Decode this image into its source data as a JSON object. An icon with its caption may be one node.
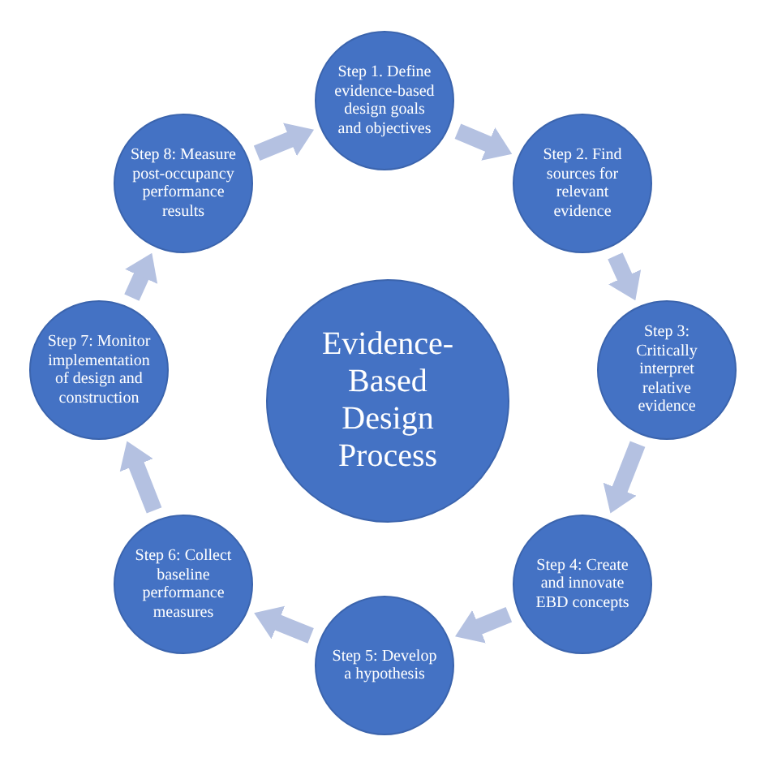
{
  "diagram": {
    "nodes": [
      {
        "text": [
          "Step 1. Define evidence-based design goals and objectives"
        ]
      },
      {
        "text": [
          "Step 2. Find sources for relevant evidence"
        ]
      },
      {
        "text": [
          "Step 3: Critically interpret relative evidence"
        ]
      },
      {
        "text": [
          "Step 4: Create and innovate EBD concepts"
        ]
      },
      {
        "text": [
          "Step 5: Develop a hypothesis"
        ]
      },
      {
        "text": [
          "Step 6: Collect baseline performance measures"
        ]
      },
      {
        "text": [
          "Step 7: Monitor implementation of design and construction"
        ]
      },
      {
        "text": [
          "Step 8: Measure post-occupancy performance results"
        ]
      },
      {
        "text": [
          "Evidence-Based Design Process"
        ]
      }
    ],
    "edges": [
      {
        "from": 0,
        "to": 1,
        "arrow": "to"
      },
      {
        "from": 1,
        "to": 2,
        "arrow": "to"
      },
      {
        "from": 2,
        "to": 3,
        "arrow": "to"
      },
      {
        "from": 3,
        "to": 4,
        "arrow": "to"
      },
      {
        "from": 4,
        "to": 5,
        "arrow": "to"
      },
      {
        "from": 5,
        "to": 6,
        "arrow": "to"
      },
      {
        "from": 6,
        "to": 7,
        "arrow": "to"
      },
      {
        "from": 7,
        "to": 0,
        "arrow": "to"
      }
    ]
  }
}
